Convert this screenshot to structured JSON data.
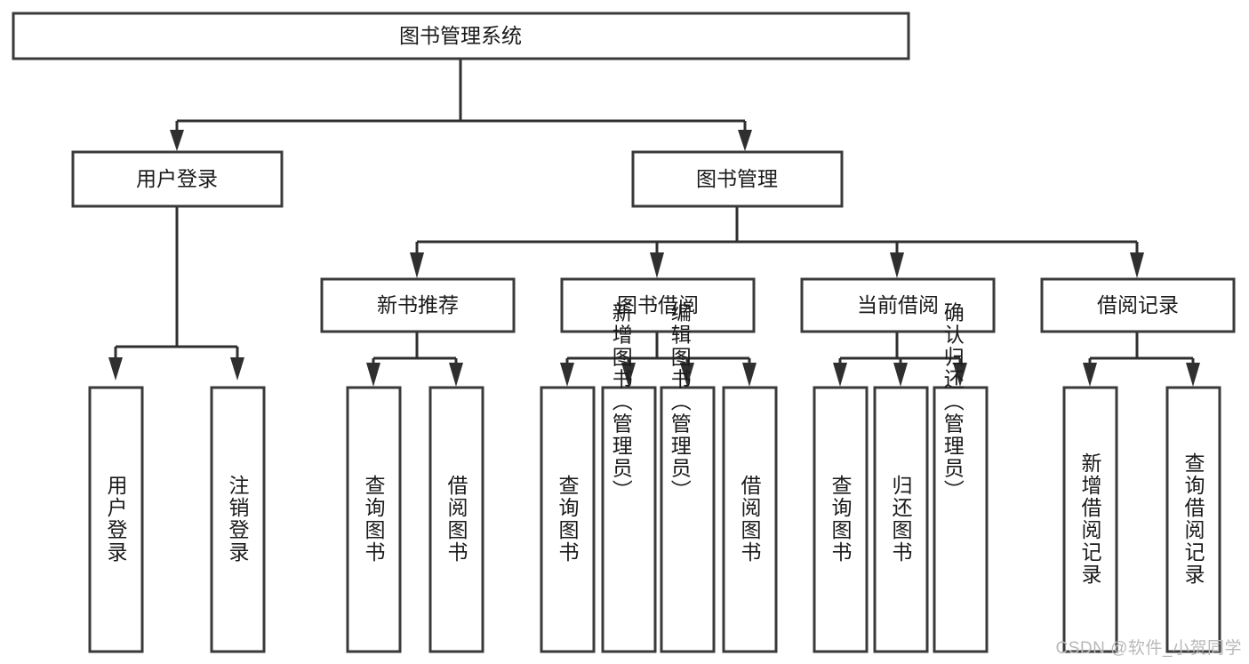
{
  "diagram": {
    "title": "图书管理系统",
    "watermark": "CSDN @软件_小贺同学",
    "colors": {
      "box_stroke": "#3a3a3a",
      "connector": "#2f2f2f",
      "text": "#1a1a1a",
      "background": "#ffffff",
      "watermark": "#b9b9b9"
    },
    "root": {
      "label": "图书管理系统"
    },
    "level2": [
      {
        "label": "用户登录"
      },
      {
        "label": "图书管理"
      }
    ],
    "level3": [
      {
        "label": "新书推荐"
      },
      {
        "label": "图书借阅"
      },
      {
        "label": "当前借阅"
      },
      {
        "label": "借阅记录"
      }
    ],
    "leaves_user_login": [
      {
        "label": "用户登录"
      },
      {
        "label": "注销登录"
      }
    ],
    "leaves_new_book": [
      {
        "label": "查询图书"
      },
      {
        "label": "借阅图书"
      }
    ],
    "leaves_borrow": [
      {
        "label": "查询图书"
      },
      {
        "label": "新增图书（管理员）"
      },
      {
        "label": "编辑图书（管理员）"
      },
      {
        "label": "借阅图书"
      }
    ],
    "leaves_current": [
      {
        "label": "查询图书"
      },
      {
        "label": "归还图书"
      },
      {
        "label": "确认归还（管理员）"
      }
    ],
    "leaves_record": [
      {
        "label": "新增借阅记录"
      },
      {
        "label": "查询借阅记录"
      }
    ]
  }
}
